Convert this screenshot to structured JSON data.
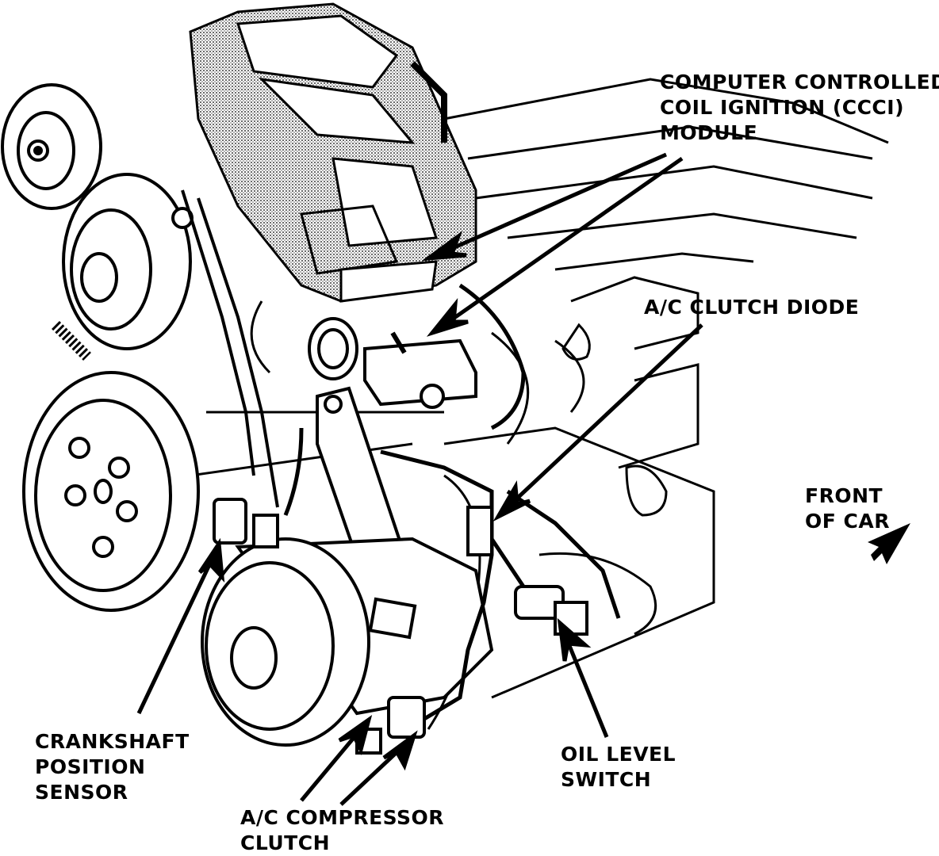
{
  "labels": {
    "ccci": [
      "COMPUTER CONTROLLED",
      "COIL IGNITION (CCCI)",
      "MODULE"
    ],
    "diode": [
      "A/C CLUTCH DIODE"
    ],
    "front": [
      "FRONT",
      "OF CAR"
    ],
    "crank": [
      "CRANKSHAFT",
      "POSITION",
      "SENSOR"
    ],
    "oil": [
      "OIL LEVEL",
      "SWITCH"
    ],
    "ac": [
      "A/C COMPRESSOR",
      "CLUTCH"
    ]
  },
  "colors": {
    "ink": "#000000",
    "paper": "#ffffff",
    "shade": "#bdbdbd"
  },
  "icons": {
    "front_arrow": "front-of-car-arrow-icon"
  }
}
